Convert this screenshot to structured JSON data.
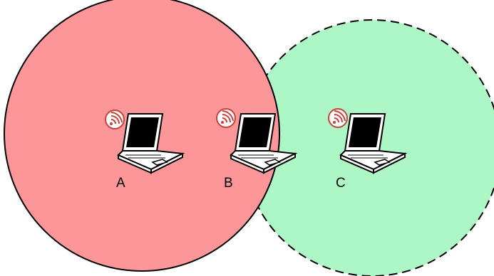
{
  "diagram": {
    "colors": {
      "range_a_fill": "#fd9698",
      "range_c_fill": "#adf6c6",
      "outline": "#000000",
      "wifi_badge": "#c8423c",
      "screen": "#000000",
      "laptop_body": "#ffffff"
    },
    "ranges": [
      {
        "id": "A",
        "border": "solid"
      },
      {
        "id": "C",
        "border": "dashed"
      }
    ],
    "nodes": [
      {
        "id": "A",
        "label": "A",
        "icon": "laptop-icon",
        "badge": "wifi-icon"
      },
      {
        "id": "B",
        "label": "B",
        "icon": "laptop-icon",
        "badge": "wifi-icon"
      },
      {
        "id": "C",
        "label": "C",
        "icon": "laptop-icon",
        "badge": "wifi-icon"
      }
    ]
  }
}
